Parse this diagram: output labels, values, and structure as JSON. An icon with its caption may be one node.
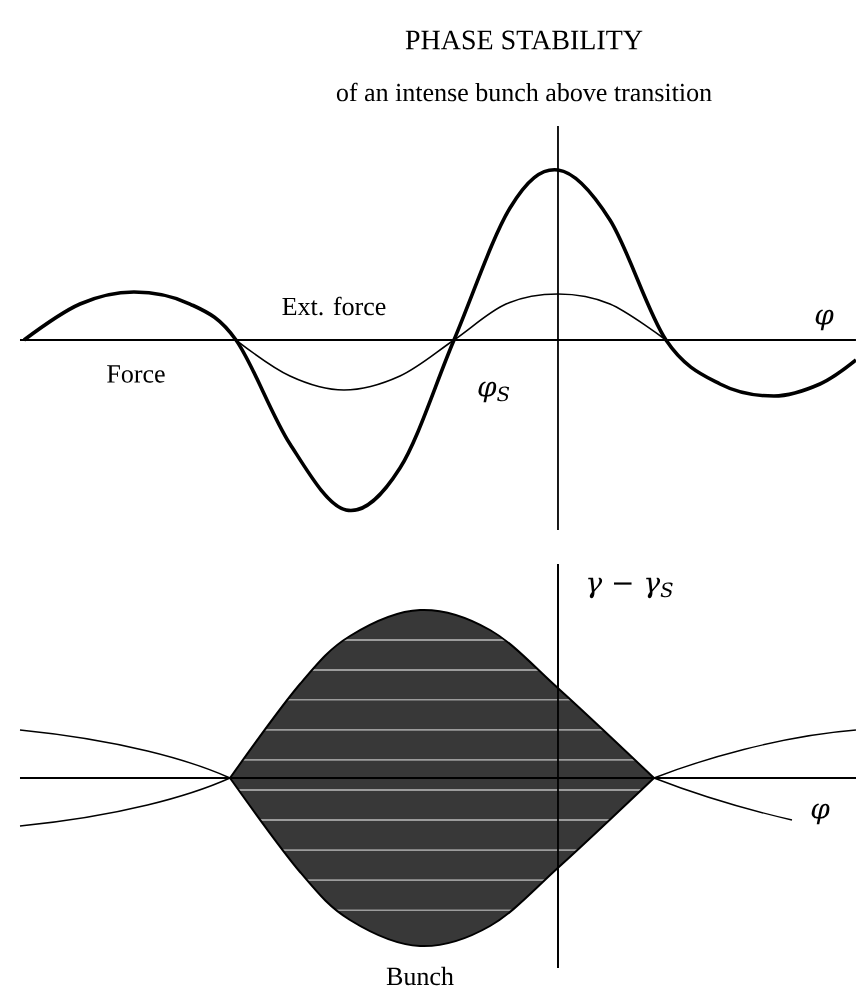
{
  "diagram": {
    "title": "PHASE STABILITY",
    "labels": [
      "of an intense bunch above transition",
      "Ext. force",
      "Force",
      "φ",
      "φ$_{S}$",
      "γ − γ$_{S}$",
      "φ",
      "Bunch"
    ]
  }
}
